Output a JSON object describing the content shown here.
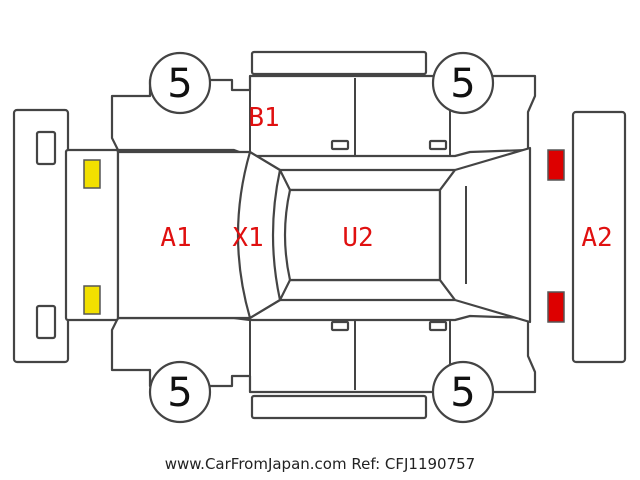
{
  "diagram": {
    "tires": {
      "front_left": "5",
      "rear_left": "5",
      "front_right": "5",
      "rear_right": "5"
    },
    "damage_codes": {
      "b1": "B1",
      "a1": "A1",
      "x1": "X1",
      "u2": "U2",
      "a2": "A2"
    },
    "lamp_colors": {
      "front": "#f2e000",
      "rear": "#dd0000"
    },
    "code_color": "#e01010"
  },
  "footer": {
    "credit": "www.CarFromJapan.com Ref: CFJ1190757"
  }
}
